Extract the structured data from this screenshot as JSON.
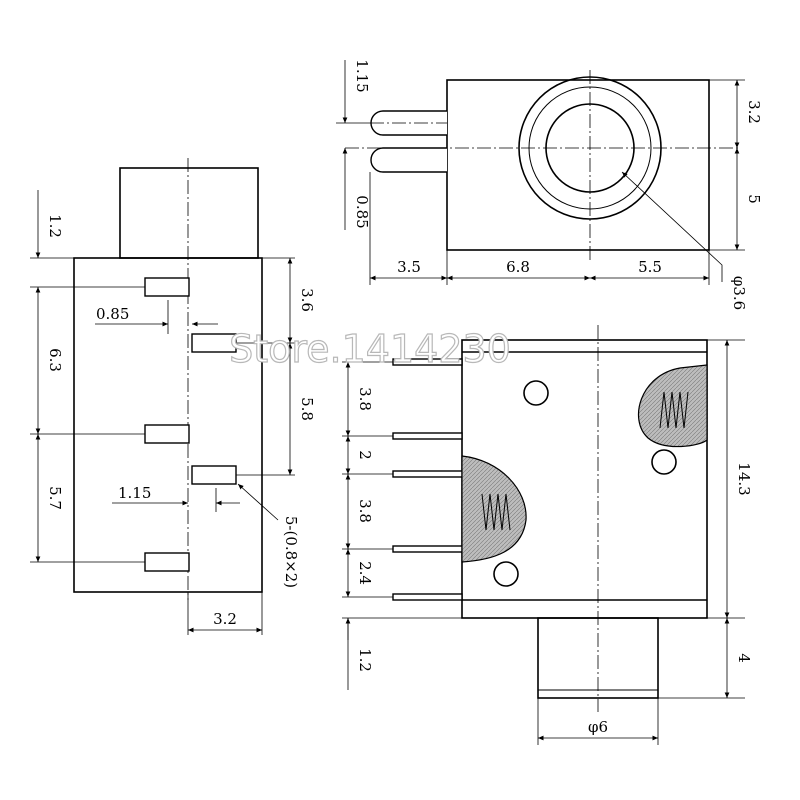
{
  "watermark": "Store.1414230",
  "left_view": {
    "dims": {
      "d_1_2": "1.2",
      "d_0_85": "0.85",
      "d_3_6": "3.6",
      "d_6_3": "6.3",
      "d_5_8": "5.8",
      "d_5_7": "5.7",
      "d_1_15": "1.15",
      "d_3_2": "3.2",
      "pin_note": "5-(0.8×2)"
    }
  },
  "top_view": {
    "dims": {
      "d_1_15": "1.15",
      "d_0_85": "0.85",
      "d_3_2": "3.2",
      "d_5": "5",
      "d_3_5": "3.5",
      "d_6_8": "6.8",
      "d_5_5": "5.5",
      "d_phi_3_6": "φ3.6"
    }
  },
  "front_view": {
    "dims": {
      "d_3_8_a": "3.8",
      "d_2": "2",
      "d_3_8_b": "3.8",
      "d_2_4": "2.4",
      "d_14_3": "14.3",
      "d_1_2": "1.2",
      "d_4": "4",
      "d_phi_6": "φ6"
    }
  },
  "colors": {
    "line": "#000000",
    "hatch": "#b0b0b0",
    "background": "#ffffff"
  }
}
